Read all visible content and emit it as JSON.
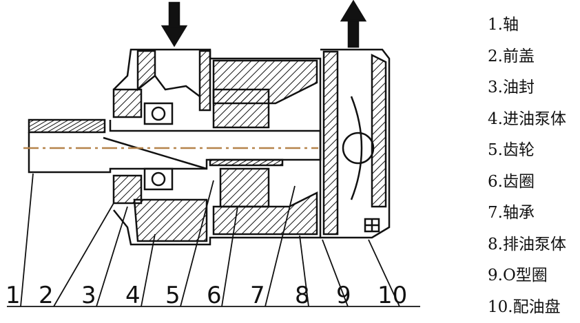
{
  "title": "Pump assembly cross-section",
  "legend": [
    "1.轴",
    "2.前盖",
    "3.油封",
    "4.进油泵体",
    "5.齿轮",
    "6.齿圈",
    "7.轴承",
    "8.排油泵体",
    "9.O型圈",
    "10.配油盘"
  ],
  "callouts": [
    "1",
    "2",
    "3",
    "4",
    "5",
    "6",
    "7",
    "8",
    "9",
    "10"
  ],
  "arrows": {
    "inlet": "down-arrow",
    "outlet": "up-arrow"
  },
  "colors": {
    "line": "#111111",
    "centerline": "#b5834a"
  }
}
